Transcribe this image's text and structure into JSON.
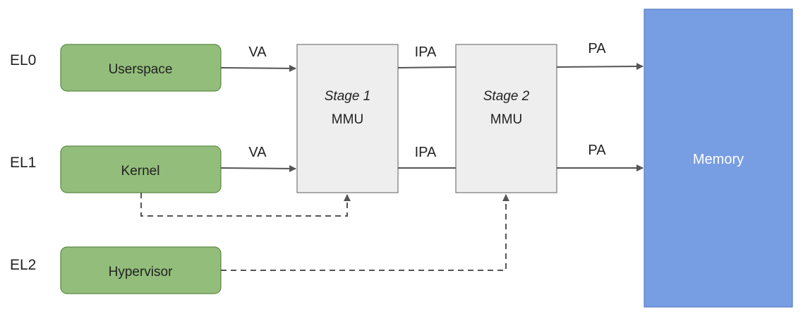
{
  "levels": {
    "el0": "EL0",
    "el1": "EL1",
    "el2": "EL2"
  },
  "components": {
    "userspace": "Userspace",
    "kernel": "Kernel",
    "hypervisor": "Hypervisor"
  },
  "mmu": {
    "stage1_title": "Stage 1",
    "stage1_sub": "MMU",
    "stage2_title": "Stage 2",
    "stage2_sub": "MMU"
  },
  "memory": "Memory",
  "edges": {
    "va_top": "VA",
    "va_bottom": "VA",
    "ipa_top": "IPA",
    "ipa_bottom": "IPA",
    "pa_top": "PA",
    "pa_bottom": "PA"
  },
  "colors": {
    "green_box": "#93bd7b",
    "green_border": "#5a8a45",
    "mmu_box": "#eeeeee",
    "mmu_border": "#777777",
    "memory_box": "#779de3",
    "memory_border": "#5a7fc4",
    "arrow": "#555555"
  }
}
